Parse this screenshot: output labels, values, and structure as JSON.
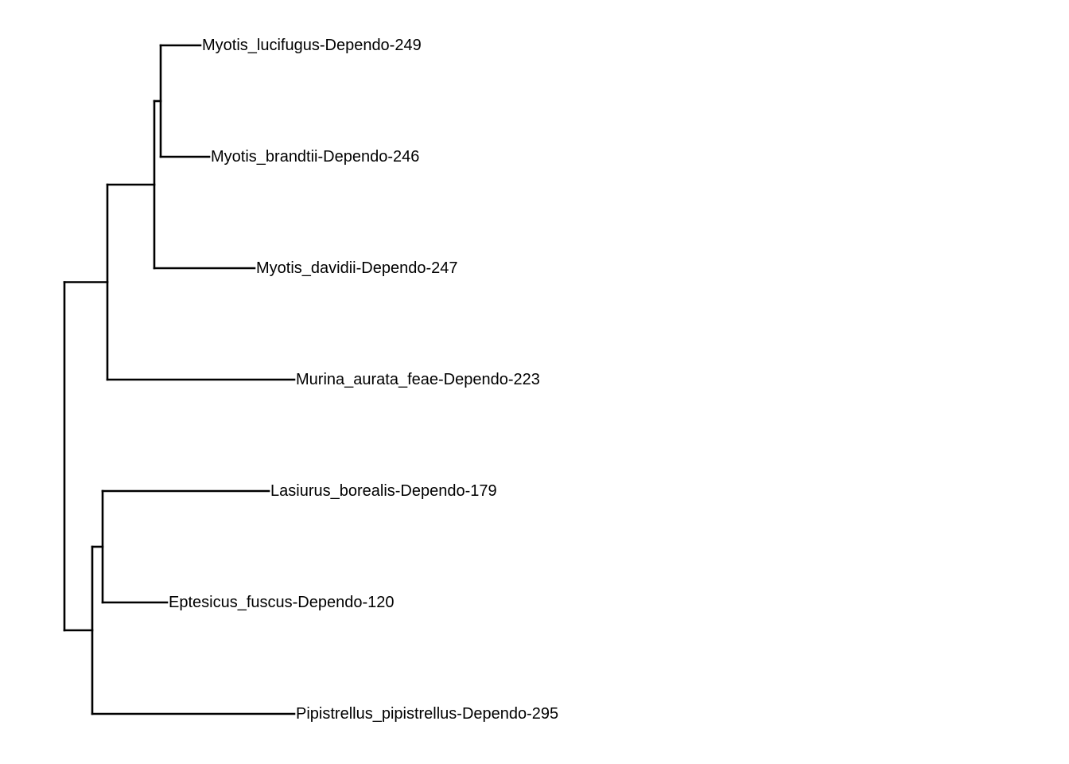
{
  "tree": {
    "line_color": "#000000",
    "label_color": "#000000",
    "tips": [
      {
        "id": "t1",
        "label": "Myotis_lucifugus-Dependo-249"
      },
      {
        "id": "t2",
        "label": "Myotis_brandtii-Dependo-246"
      },
      {
        "id": "t3",
        "label": "Myotis_davidii-Dependo-247"
      },
      {
        "id": "t4",
        "label": "Murina_aurata_feae-Dependo-223"
      },
      {
        "id": "t5",
        "label": "Lasiurus_borealis-Dependo-179"
      },
      {
        "id": "t6",
        "label": "Eptesicus_fuscus-Dependo-120"
      },
      {
        "id": "t7",
        "label": "Pipistrellus_pipistrellus-Dependo-295"
      }
    ],
    "internal_nodes": [
      {
        "id": "n_lucifugus_brandtii",
        "children": [
          "t1",
          "t2"
        ]
      },
      {
        "id": "n_myotis",
        "children": [
          "n_lucifugus_brandtii",
          "t3"
        ]
      },
      {
        "id": "n_myotinae",
        "children": [
          "n_myotis",
          "t4"
        ]
      },
      {
        "id": "n_lasiurus_eptesicus",
        "children": [
          "t5",
          "t6"
        ]
      },
      {
        "id": "n_vespertilioninae",
        "children": [
          "n_lasiurus_eptesicus",
          "t7"
        ]
      },
      {
        "id": "root",
        "children": [
          "n_myotinae",
          "n_vespertilioninae"
        ]
      }
    ]
  }
}
